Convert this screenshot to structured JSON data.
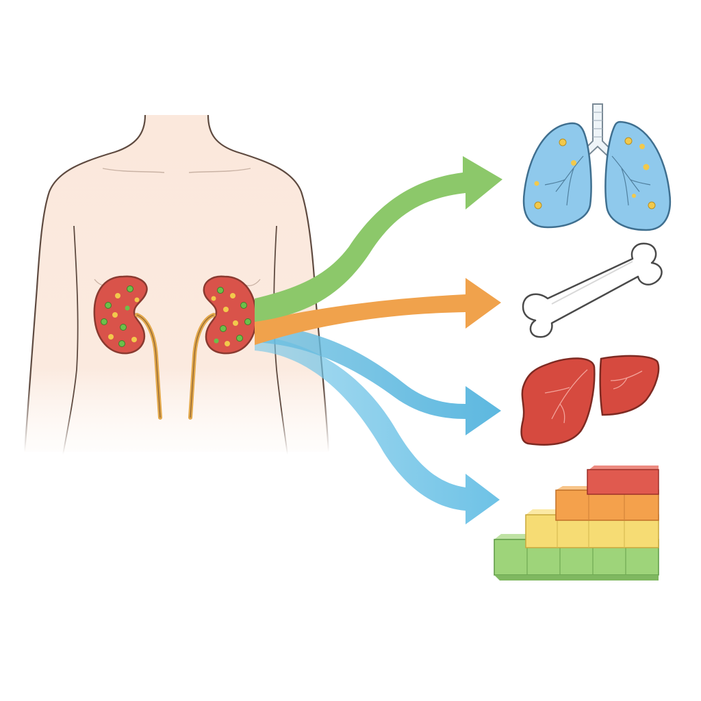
{
  "diagram": {
    "source": "kidneys",
    "flows": [
      {
        "id": "flow-lungs",
        "target": "lungs-icon",
        "color": "#8cc86a"
      },
      {
        "id": "flow-bone",
        "target": "bone-icon",
        "color": "#f0a24c"
      },
      {
        "id": "flow-liver",
        "target": "liver-icon",
        "color": "#68bde0"
      },
      {
        "id": "flow-blocks",
        "target": "stacked-blocks-icon",
        "color": "#74c6e8"
      }
    ],
    "colors": {
      "skin": "#fbe8dc",
      "skin_outline": "#5e4a40",
      "kidney": "#d9534a",
      "kidney_dots_green": "#6cc04a",
      "kidney_dots_yellow": "#f2c94c",
      "lung": "#8fc9ec",
      "bone": "#ffffff",
      "liver": "#d64a3f",
      "block_red": "#e05a4f",
      "block_orange": "#f4a14c",
      "block_yellow": "#f6dc74",
      "block_green": "#9ed47a"
    }
  }
}
